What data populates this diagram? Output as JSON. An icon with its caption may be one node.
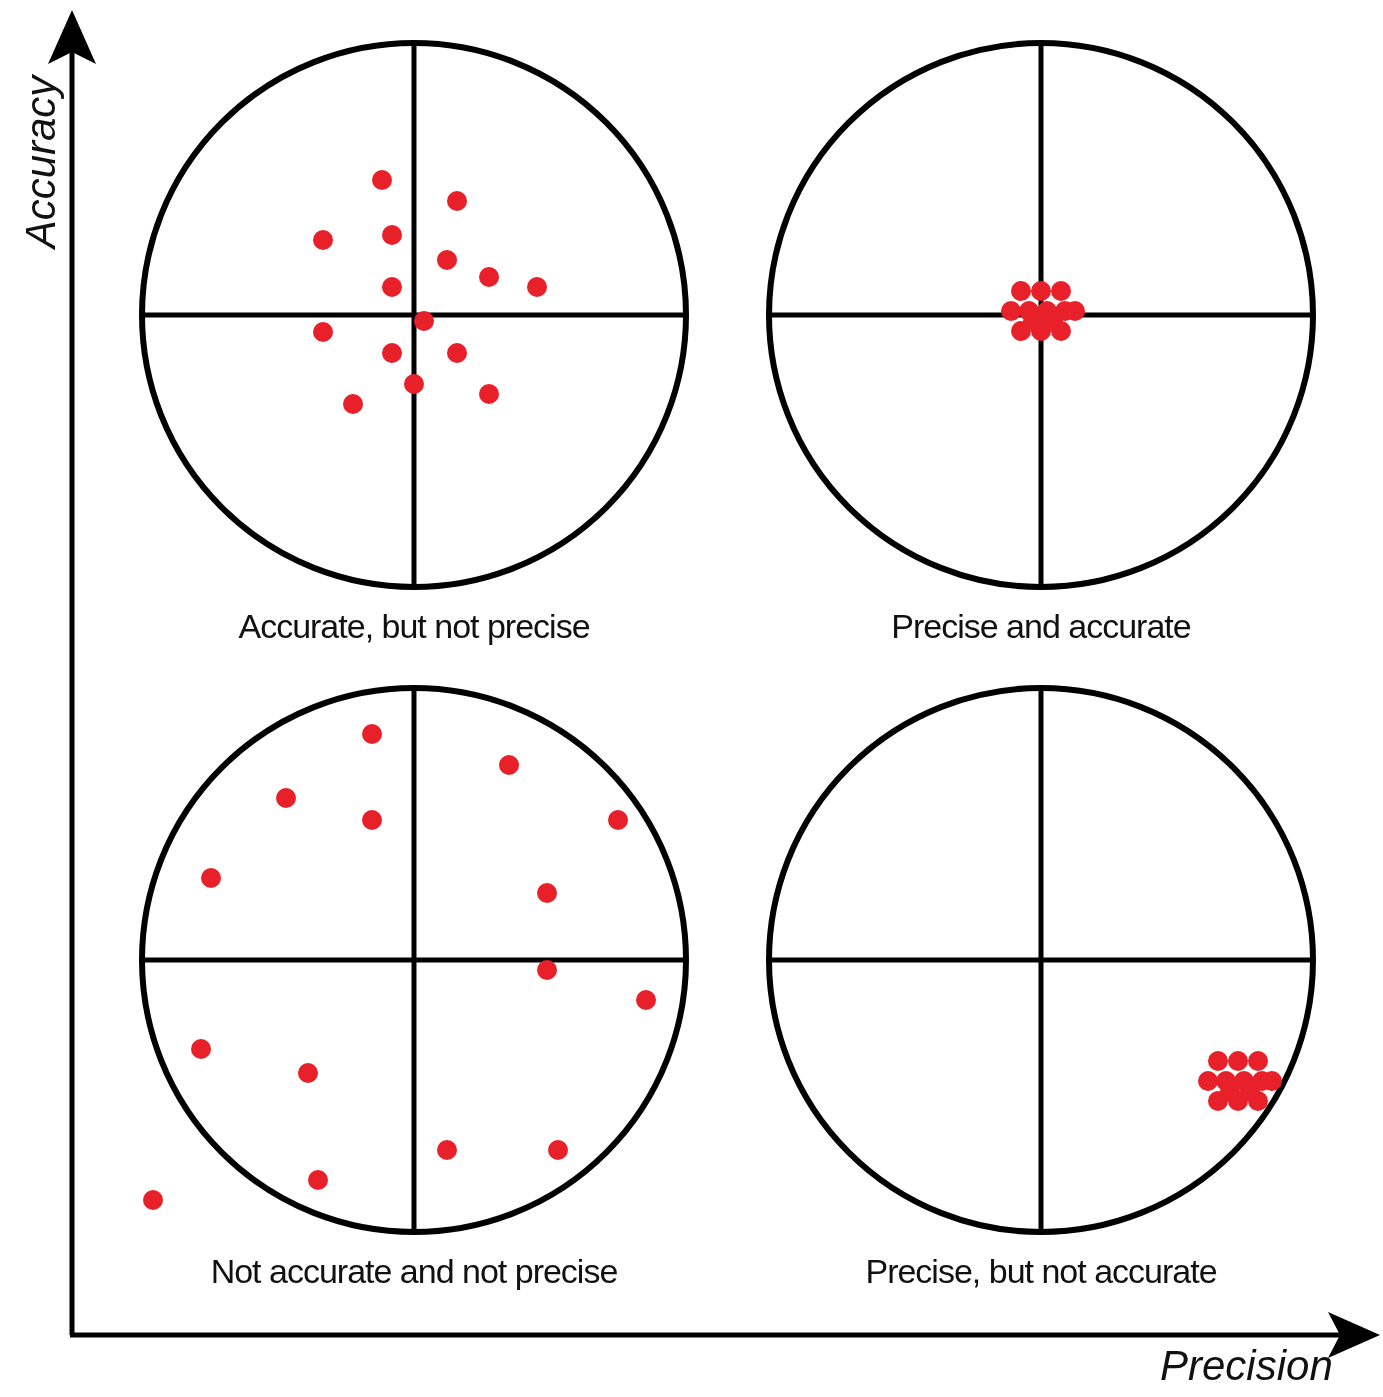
{
  "diagram": {
    "nodes": [
      {
        "text": [
          "Accurate, but not precise"
        ]
      },
      {
        "text": [
          "Precise and accurate"
        ]
      },
      {
        "text": [
          "Not accurate and not precise"
        ]
      },
      {
        "text": [
          "Precise, but not accurate"
        ]
      }
    ],
    "labels": [
      "Accuracy",
      "Precision"
    ]
  }
}
